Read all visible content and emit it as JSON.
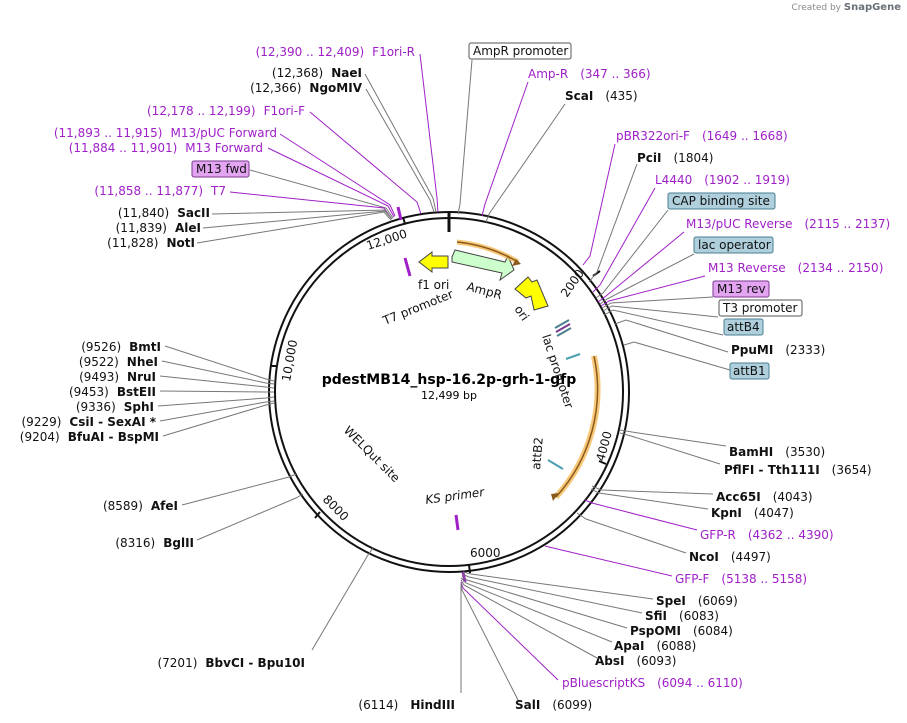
{
  "credit": {
    "prefix": "Created by",
    "brand": "SnapGene"
  },
  "map": {
    "name": "pdestMB14_hsp-16.2p-grh-1-gfp",
    "size": "12,499 bp",
    "ticks": [
      "2000",
      "4000",
      "6000",
      "8000",
      "10,000",
      "12,000"
    ]
  },
  "sites": [
    {
      "pos": "(12,390 .. 12,409)",
      "name": "F1ori-R"
    },
    {
      "pos": "(12,368)",
      "name": "NaeI"
    },
    {
      "pos": "(12,366)",
      "name": "NgoMIV"
    },
    {
      "pos": "(12,178 .. 12,199)",
      "name": "F1ori-F"
    },
    {
      "pos": "(11,893 .. 11,915)",
      "name": "M13/pUC Forward"
    },
    {
      "pos": "(11,884 .. 11,901)",
      "name": "M13 Forward"
    },
    {
      "pos": "",
      "name": "M13 fwd"
    },
    {
      "pos": "(11,858 .. 11,877)",
      "name": "T7"
    },
    {
      "pos": "(11,840)",
      "name": "SacII"
    },
    {
      "pos": "(11,839)",
      "name": "AleI"
    },
    {
      "pos": "(11,828)",
      "name": "NotI"
    },
    {
      "pos": "",
      "name": "AmpR promoter"
    },
    {
      "pos": "(347 .. 366)",
      "name": "Amp-R"
    },
    {
      "pos": "(435)",
      "name": "ScaI"
    },
    {
      "pos": "(1649 .. 1668)",
      "name": "pBR322ori-F"
    },
    {
      "pos": "(1804)",
      "name": "PciI"
    },
    {
      "pos": "(1902 .. 1919)",
      "name": "L4440"
    },
    {
      "pos": "",
      "name": "CAP binding site"
    },
    {
      "pos": "(2115 .. 2137)",
      "name": "M13/pUC Reverse"
    },
    {
      "pos": "",
      "name": "lac operator"
    },
    {
      "pos": "(2134 .. 2150)",
      "name": "M13 Reverse"
    },
    {
      "pos": "",
      "name": "M13 rev"
    },
    {
      "pos": "",
      "name": "T3 promoter"
    },
    {
      "pos": "",
      "name": "attB4"
    },
    {
      "pos": "(2333)",
      "name": "PpuMI"
    },
    {
      "pos": "",
      "name": "attB1"
    },
    {
      "pos": "(3530)",
      "name": "BamHI"
    },
    {
      "pos": "(3654)",
      "name": "PflFI - Tth111I"
    },
    {
      "pos": "(4043)",
      "name": "Acc65I"
    },
    {
      "pos": "(4047)",
      "name": "KpnI"
    },
    {
      "pos": "(4362 .. 4390)",
      "name": "GFP-R"
    },
    {
      "pos": "(4497)",
      "name": "NcoI"
    },
    {
      "pos": "(5138 .. 5158)",
      "name": "GFP-F"
    },
    {
      "pos": "(6069)",
      "name": "SpeI"
    },
    {
      "pos": "(6083)",
      "name": "SfiI"
    },
    {
      "pos": "(6084)",
      "name": "PspOMI"
    },
    {
      "pos": "(6088)",
      "name": "ApaI"
    },
    {
      "pos": "(6093)",
      "name": "AbsI"
    },
    {
      "pos": "(6094 .. 6110)",
      "name": "pBluescriptKS"
    },
    {
      "pos": "(6099)",
      "name": "SalI"
    },
    {
      "pos": "(6114)",
      "name": "HindIII"
    },
    {
      "pos": "(7201)",
      "name": "BbvCI - Bpu10I"
    },
    {
      "pos": "(8316)",
      "name": "BglII"
    },
    {
      "pos": "(8589)",
      "name": "AfeI"
    },
    {
      "pos": "(9204)",
      "name": "BfuAI - BspMI"
    },
    {
      "pos": "(9229)",
      "name": "CsiI - SexAI *"
    },
    {
      "pos": "(9336)",
      "name": "SphI"
    },
    {
      "pos": "(9453)",
      "name": "BstEII"
    },
    {
      "pos": "(9493)",
      "name": "NruI"
    },
    {
      "pos": "(9522)",
      "name": "NheI"
    },
    {
      "pos": "(9526)",
      "name": "BmtI"
    }
  ],
  "features": {
    "f1_ori": "f1 ori",
    "t7_promoter": "T7 promoter",
    "ampr": "AmpR",
    "ori": "ori",
    "lac_promoter": "lac promoter",
    "attb2": "attB2",
    "welqut": "WELQut site",
    "ks_primer": "KS primer"
  },
  "colors": {
    "purple": "#a020c8",
    "feature_yellow": "#ffff00",
    "feature_green": "#ccffcc",
    "gene_orange": "#f5b041",
    "tag_teal": "#aecfdb",
    "tag_magenta": "#e3a4f2"
  }
}
